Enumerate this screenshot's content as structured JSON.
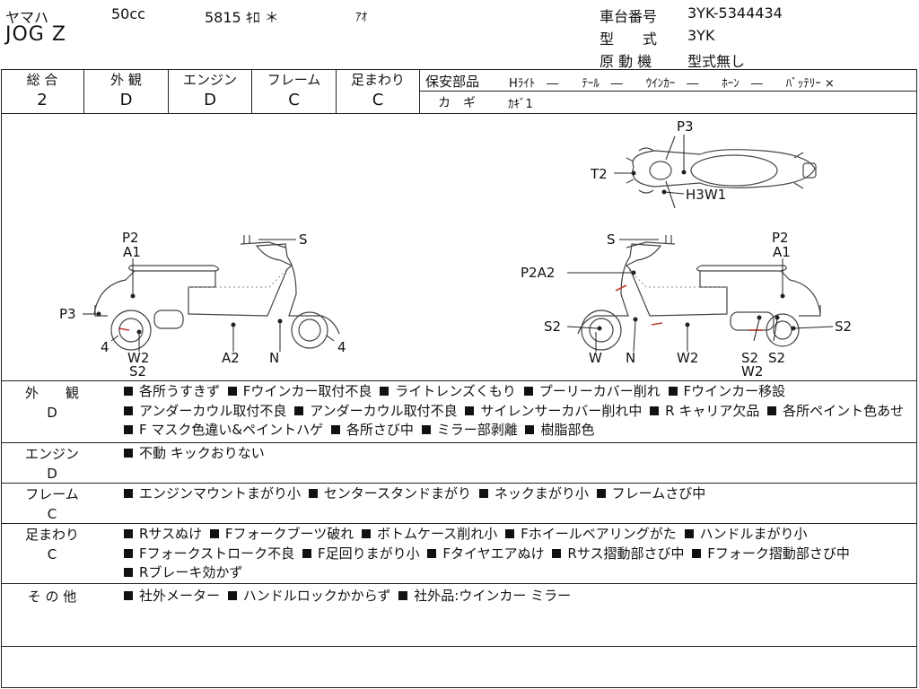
{
  "header": {
    "maker": "ヤマハ",
    "displacement": "50cc",
    "mileage": "5815 ｷﾛ ＊",
    "color": "ｱｵ",
    "model_name": "JOG Z",
    "frame_no_label": "車台番号",
    "frame_no": "3YK-5344434",
    "type_label": "型　　式",
    "type": "3YK",
    "engine_label": "原 動 機",
    "engine": "型式無し"
  },
  "grades": [
    {
      "label": "総 合",
      "value": "2"
    },
    {
      "label": "外 観",
      "value": "D"
    },
    {
      "label": "エンジン",
      "value": "D"
    },
    {
      "label": "フレーム",
      "value": "C"
    },
    {
      "label": "足まわり",
      "value": "C"
    }
  ],
  "safety": {
    "label": "保安部品",
    "items": "Hﾗｲﾄ　―　　ﾃｰﾙ　―　　ｳｲﾝｶｰ　―　　ﾎｰﾝ　―　　ﾊﾞｯﾃﾘｰ ×",
    "key_label": "カ　ギ",
    "key_value": "ｶｷﾞ1"
  },
  "diagram_labels": {
    "top_p3": "P3",
    "top_t2": "T2",
    "top_h3w1": "H3W1",
    "l_p2": "P2",
    "l_a1": "A1",
    "l_s": "S",
    "l_p3": "P3",
    "l_4a": "4",
    "l_w2": "W2",
    "l_s2": "S2",
    "l_a2": "A2",
    "l_n": "N",
    "l_4b": "4",
    "r_s": "S",
    "r_p2": "P2",
    "r_a1": "A1",
    "r_p2a2": "P2A2",
    "r_s2a": "S2",
    "r_s2b": "S2",
    "r_w": "W",
    "r_n": "N",
    "r_w2": "W2",
    "r_s2c": "S2",
    "r_w2b": "W2",
    "r_s2d": "S2"
  },
  "remarks": [
    {
      "label": "外　　観",
      "grade": "D",
      "items": [
        "各所うすきず",
        "Fウインカー取付不良",
        "ライトレンズくもり",
        "プーリーカバー削れ",
        "Fウインカー移設",
        "アンダーカウル取付不良",
        "アンダーカウル取付不良",
        "サイレンサーカバー削れ中",
        "R キャリア欠品",
        "各所ペイント色あせ",
        "F マスク色違い&ペイントハゲ",
        "各所さび中",
        "ミラー部剥離",
        "樹脂部色"
      ]
    },
    {
      "label": "エンジン",
      "grade": "D",
      "items": [
        "不動 キックおりない"
      ]
    },
    {
      "label": "フレーム",
      "grade": "C",
      "items": [
        "エンジンマウントまがり小",
        "センタースタンドまがり",
        "ネックまがり小",
        "フレームさび中"
      ]
    },
    {
      "label": "足まわり",
      "grade": "C",
      "items": [
        "Rサスぬけ",
        "Fフォークブーツ破れ",
        "ボトムケース削れ小",
        "Fホイールベアリングがた",
        "ハンドルまがり小",
        "Fフォークストローク不良",
        "F足回りまがり小",
        "Fタイヤエアぬけ",
        "Rサス摺動部さび中",
        "Fフォーク摺動部さび中",
        "Rブレーキ効かず"
      ]
    },
    {
      "label": "そ の 他",
      "grade": "",
      "items": [
        "社外メーター",
        "ハンドルロックかからず",
        "社外品:ウインカー ミラー"
      ]
    }
  ]
}
